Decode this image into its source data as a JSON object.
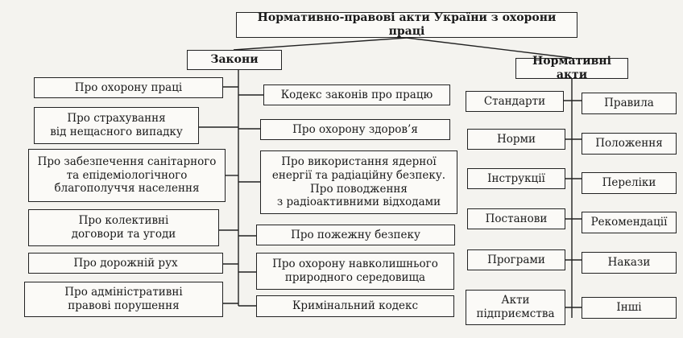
{
  "root": "Нормативно-правові акти України з охорони праці",
  "laws": {
    "title": "Закони",
    "left": [
      "Про охорону праці",
      "Про страхування\nвід нещасного випадку",
      "Про забезпечення санітарного\nта епідеміологічного\nблагополуччя населення",
      "Про колективні\nдоговори та угоди",
      "Про дорожній рух",
      "Про адміністративні\nправові порушення"
    ],
    "right": [
      "Кодекс законів про працю",
      "Про охорону здоров’я",
      "Про використання ядерної\nенергії та радіаційну безпеку.\nПро поводження\nз радіоактивними відходами",
      "Про пожежну безпеку",
      "Про охорону навколишнього\nприродного середовища",
      "Кримінальний кодекс"
    ]
  },
  "acts": {
    "title": "Нормативні акти",
    "left": [
      "Стандарти",
      "Норми",
      "Інструкції",
      "Постанови",
      "Програми",
      "Акти\nпідприємства"
    ],
    "right": [
      "Правила",
      "Положення",
      "Переліки",
      "Рекомендації",
      "Накази",
      "Інші"
    ]
  }
}
